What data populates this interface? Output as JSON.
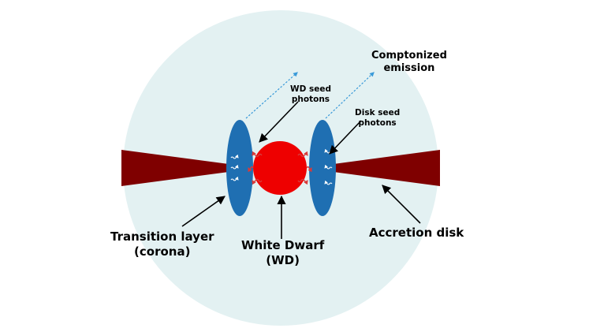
{
  "labels": {
    "comptonized": [
      "Comptonized",
      "emission"
    ],
    "wd_seed": [
      "WD seed",
      "photons"
    ],
    "disk_seed": [
      "Disk seed",
      "photons"
    ],
    "transition": [
      "Transition layer",
      "(corona)"
    ],
    "white_dwarf": [
      "White Dwarf",
      "(WD)"
    ],
    "accretion": "Accretion disk"
  },
  "colors": {
    "background_circle": "#e3f1f2",
    "accretion_disk": "#7f0000",
    "white_dwarf": "#ee0000",
    "corona": "#1f6fb2",
    "seed_photon": "#d93a3a",
    "compton_photon": "#3a9ad9",
    "scatter_photon": "#ffffff"
  }
}
